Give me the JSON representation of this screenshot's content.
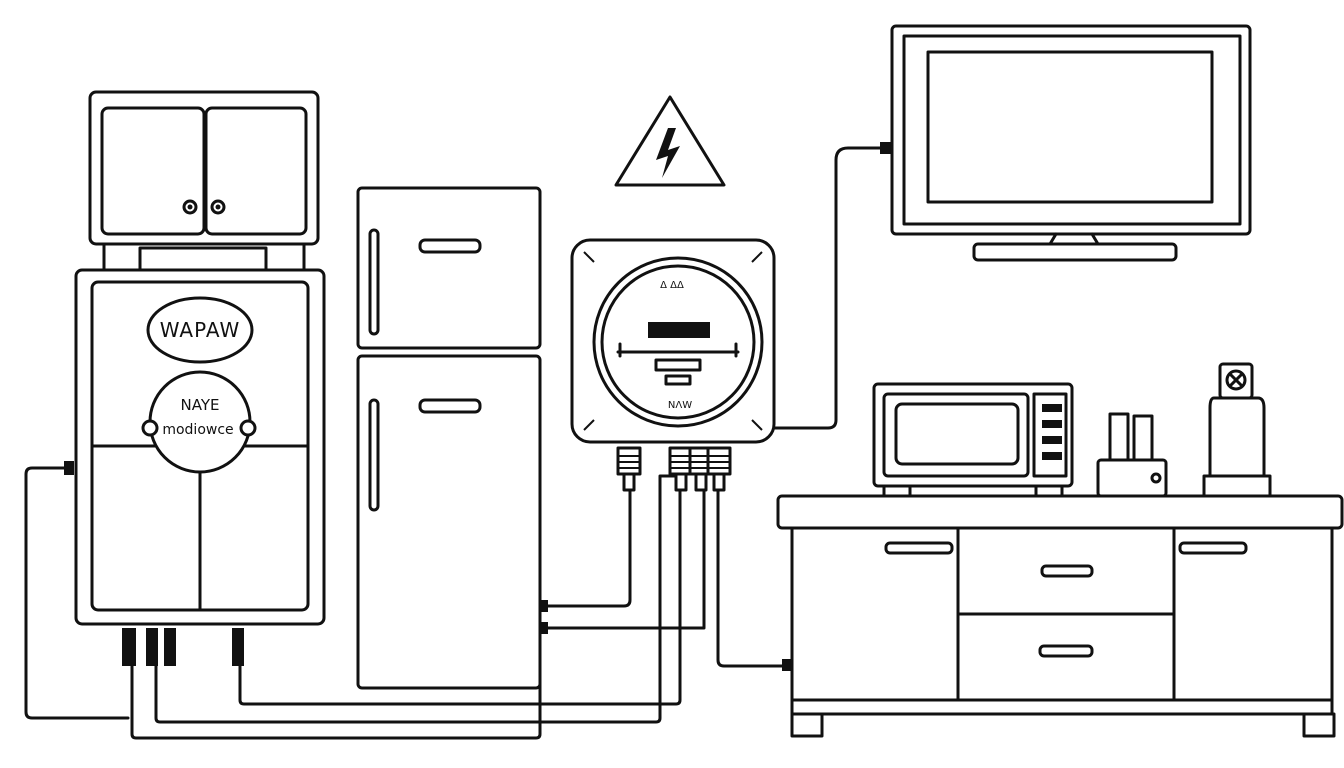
{
  "labels": {
    "appliance_badge_top": "WAPAW",
    "appliance_badge_mid": "NAYE",
    "appliance_badge_bottom": "modiowce",
    "meter_text_top": "Δ ΔΔ",
    "meter_text_bottom": "ΝΛW"
  },
  "icons": {
    "warning": "high-voltage-warning-icon"
  },
  "colors": {
    "line": "#111111",
    "background": "#ffffff"
  }
}
